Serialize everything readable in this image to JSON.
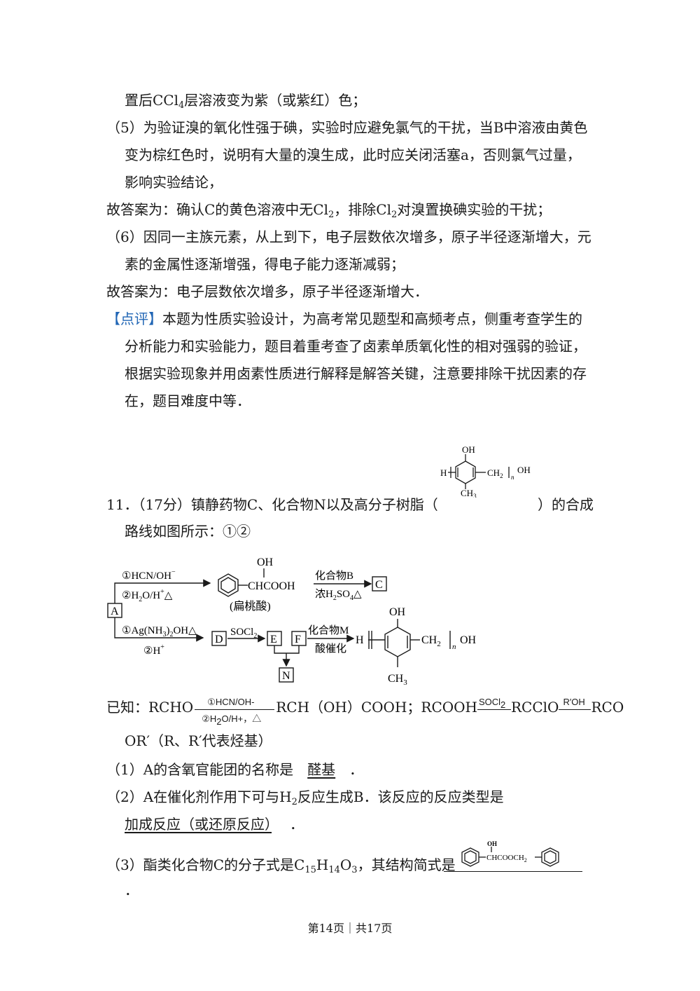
{
  "lines": {
    "l1a": "置后CCl",
    "l1b": "4",
    "l1c": "层溶液变为紫（或紫红）色；",
    "l2": "（5）为验证溴的氧化性强于碘，实验时应避免氯气的干扰，当B中溶液由黄色",
    "l3": "变为棕红色时，说明有大量的溴生成，此时应关闭活塞a，否则氯气过量，",
    "l4": "影响实验结论，",
    "l5a": "故答案为：确认C的黄色溶液中无Cl",
    "l5b": "2",
    "l5c": "，排除Cl",
    "l5d": "2",
    "l5e": "对溴置换碘实验的干扰；",
    "l6": "（6）因同一主族元素，从上到下，电子层数依次增多，原子半径逐渐增大，元",
    "l7": "素的金属性逐渐增强，得电子能力逐渐减弱；",
    "l8": "故答案为：电子层数依次增多，原子半径逐渐增大．",
    "l9a": "【点评】",
    "l9b": "本题为性质实验设计，为高考常见题型和高频考点，侧重考查学生的",
    "l10": "分析能力和实验能力，题目着重考查了卤素单质氧化性的相对强弱的验证，",
    "l11": "根据实验现象并用卤素性质进行解释是解答关键，注意要排除干扰因素的存",
    "l12": "在，题目难度中等．",
    "q11a": "11．（17分）镇静药物C、化合物N以及高分子树脂（",
    "q11b": "）的合成",
    "q11c": "路线如图所示：①②",
    "known_a": "已知：RCHO",
    "known_b": "RCH（OH）COOH；RCOOH",
    "known_c": "RCClO",
    "known_d": "RCO",
    "known_e": "OR′（R、R′代表烃基）",
    "p1a": "（1）A的含氧官能团的名称是",
    "p1b": "醛基",
    "p1c": "．",
    "p2a": "（2）A在催化剂作用下可与H",
    "p2b": "2",
    "p2c": "反应生成B．该反应的反应类型是",
    "p2d": "加成反应（或还原反应）",
    "p2e": "．",
    "p3a": "（3）酯类化合物C的分子式是C",
    "p3b": "15",
    "p3c": "H",
    "p3d": "14",
    "p3e": "O",
    "p3f": "3",
    "p3g": "，其结构简式是",
    "p3h": "．"
  },
  "polymer_inline": {
    "oh": "OH",
    "h": "H",
    "ch2": "CH",
    "two": "2",
    "n": "n",
    "end_oh": "OH",
    "ch3": "CH",
    "three": "3"
  },
  "scheme": {
    "a_box": "A",
    "c_box": "C",
    "d_box": "D",
    "e_box": "E",
    "f_box": "F",
    "n_box": "N",
    "cond1": "①HCN/OH",
    "cond1_sup": "−",
    "cond2": "②H",
    "cond2_sub": "2",
    "cond2_rest": "O/H",
    "cond2_sup": "+",
    "cond2_tri": "△",
    "cond3": "①Ag(NH",
    "cond3_sub": "3",
    "cond3_rest": ")",
    "cond3_sub2": "2",
    "cond3_end": "OH△",
    "cond4": "②H",
    "cond4_sup": "+",
    "oh_top": "OH",
    "mandelic": "CHCOOH",
    "mandelic_name": "(扁桃酸)",
    "reagent_b": "化合物B",
    "acid": "浓H",
    "acid_sub1": "2",
    "acid_mid": "SO",
    "acid_sub2": "4",
    "acid_tri": "△",
    "socl2": "SOCl",
    "socl2_sub": "2",
    "reagent_m": "化合物M",
    "acid_cat": "酸催化",
    "prod_h": "H",
    "prod_oh": "OH",
    "prod_ch2": "CH",
    "prod_ch2_sub": "2",
    "prod_n": "n",
    "prod_end": "OH",
    "prod_ch3": "CH",
    "prod_ch3_sub": "3"
  },
  "known_arrows": {
    "a1_top": "①HCN/OH-",
    "a1_bot": "②H",
    "a1_bot_sub": "2",
    "a1_bot_rest": "O/H+，△",
    "a2_top": "SOCl",
    "a2_top_sub": "2",
    "a3_top": "R′OH"
  },
  "ester_struct": {
    "oh": "OH",
    "chain": "CHCOOCH",
    "sub": "2"
  },
  "footer": {
    "a": "第14页｜共17页"
  }
}
